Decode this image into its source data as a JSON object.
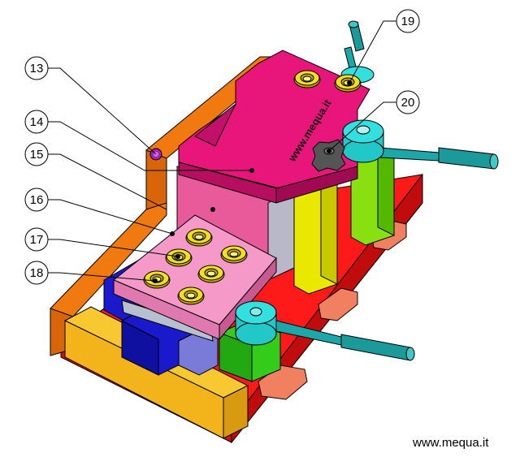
{
  "watermark": "www.mequa.it",
  "plate_engraving": "www.mequa.it",
  "callouts": [
    {
      "id": "callout-13",
      "label": "13"
    },
    {
      "id": "callout-14",
      "label": "14"
    },
    {
      "id": "callout-15",
      "label": "15"
    },
    {
      "id": "callout-16",
      "label": "16"
    },
    {
      "id": "callout-17",
      "label": "17"
    },
    {
      "id": "callout-18",
      "label": "18"
    },
    {
      "id": "callout-19",
      "label": "19"
    },
    {
      "id": "callout-20",
      "label": "20"
    }
  ],
  "colors": {
    "base": "#ff1a1a",
    "top_plate": "#e8157a",
    "pink_block": "#e85a9a",
    "light_pink_plate": "#f59ac8",
    "orange_frame": "#f07a10",
    "yellow_bar": "#f2b41a",
    "yellow_block": "#e8e800",
    "green_block": "#33cc1a",
    "cyan_clamp": "#33e0e0",
    "teal_handle": "#1a9a9a",
    "blue_block": "#1a1acc",
    "bushing": "#f0e020",
    "knob": "#555555"
  }
}
